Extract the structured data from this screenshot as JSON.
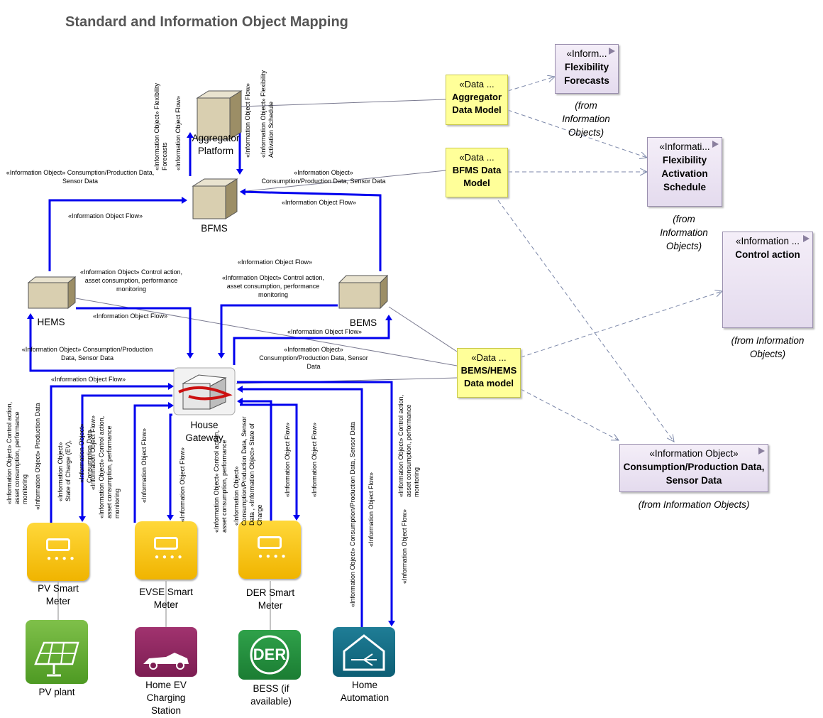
{
  "title": "Standard and Information Object Mapping",
  "nodes": {
    "aggregator": "Aggregator Platform",
    "bfms": "BFMS",
    "hems": "HEMS",
    "bems": "BEMS",
    "gateway": "House Gateway",
    "pv_meter": "PV Smart Meter",
    "evse_meter": "EVSE Smart Meter",
    "der_meter": "DER Smart Meter",
    "pv_plant": "PV plant",
    "ev_station": "Home EV Charging Station",
    "bess": "BESS (if available)",
    "home_auto": "Home Automation",
    "der_logo": "DER"
  },
  "data_models": {
    "aggregator": {
      "stereotype": "«Data ...",
      "name": "Aggregator Data Model"
    },
    "bfms": {
      "stereotype": "«Data ...",
      "name": "BFMS Data Model"
    },
    "bems_hems": {
      "stereotype": "«Data ...",
      "name": "BEMS/HEMS Data model"
    }
  },
  "info_objects": {
    "forecasts": {
      "stereotype": "«Inform...",
      "name": "Flexibility Forecasts",
      "from": "(from Information Objects)"
    },
    "schedule": {
      "stereotype": "«Informati...",
      "name": "Flexibility Activation Schedule",
      "from": "(from Information Objects)"
    },
    "control": {
      "stereotype": "«Information ...",
      "name": "Control action",
      "from": "(from Information Objects)"
    },
    "consumption": {
      "stereotype": "«Information Object»",
      "name": "Consumption/Production Data, Sensor Data",
      "from": "(from Information Objects)"
    }
  },
  "edge_labels": {
    "hems_bfms_obj": "«Information Object» Consumption/Production Data, Sensor Data",
    "hems_bfms_flow": "«Information Object Flow»",
    "bems_bfms_obj": "«Information Object» Consumption/Production Data, Sensor Data",
    "bems_bfms_flow": "«Information Object Flow»",
    "hems_gw_obj": "«Information Object» Control action, asset consumption, performance monitoring",
    "hems_gw_flow": "«Information Object Flow»",
    "bems_gw_flow_top": "«Information Object Flow»",
    "bems_gw_obj": "«Information Object» Control action, asset consumption, performance monitoring",
    "gw_bems_flow": "«Information Object Flow»",
    "gw_bems_obj": "«Information Object» Consumption/Production Data, Sensor Data",
    "gw_hems_obj": "«Information Object» Consumption/Production Data, Sensor Data",
    "gw_hems_flow": "«Information Object Flow»",
    "agg_v1": "«Information Object» Flexibility Forecasts",
    "agg_v2": "«Information Object Flow»",
    "agg_v3": "«Information Object Flow»",
    "agg_v4": "«Information Object» Flexibility Activation Schedule",
    "v_pv1": "«Information Object» Control action, asset consumption, performance monitoring",
    "v_pv2": "«Information Object» Production Data",
    "v_pv3": "«Information Object» State of Charge (EV),",
    "v_pv4": "«Information Object» Consumption Data",
    "v_pv5": "«Information Object Flow»",
    "v_pv6": "«Information Object» Control action, asset consumption, performance monitoring",
    "v_evse1": "«Information Object Flow»",
    "v_evse2": "«Information Object Flow»",
    "v_der1": "«Information Object» Control action, asset consumption, performance",
    "v_der2": "«Information Object» Consumption/Production Data, Sensor Data , «Information Object» State of Charge",
    "v_der3": "«Information Object Flow»",
    "v_der4": "«Information Object Flow»",
    "v_ha1": "«Information Object» Consumption/Production Data, Sensor Data",
    "v_ha2": "«Information Object Flow»",
    "v_ha3": "«Information Object» Control action, asset consumption, performance monitoring",
    "v_ha4": "«Information Object Flow»"
  }
}
